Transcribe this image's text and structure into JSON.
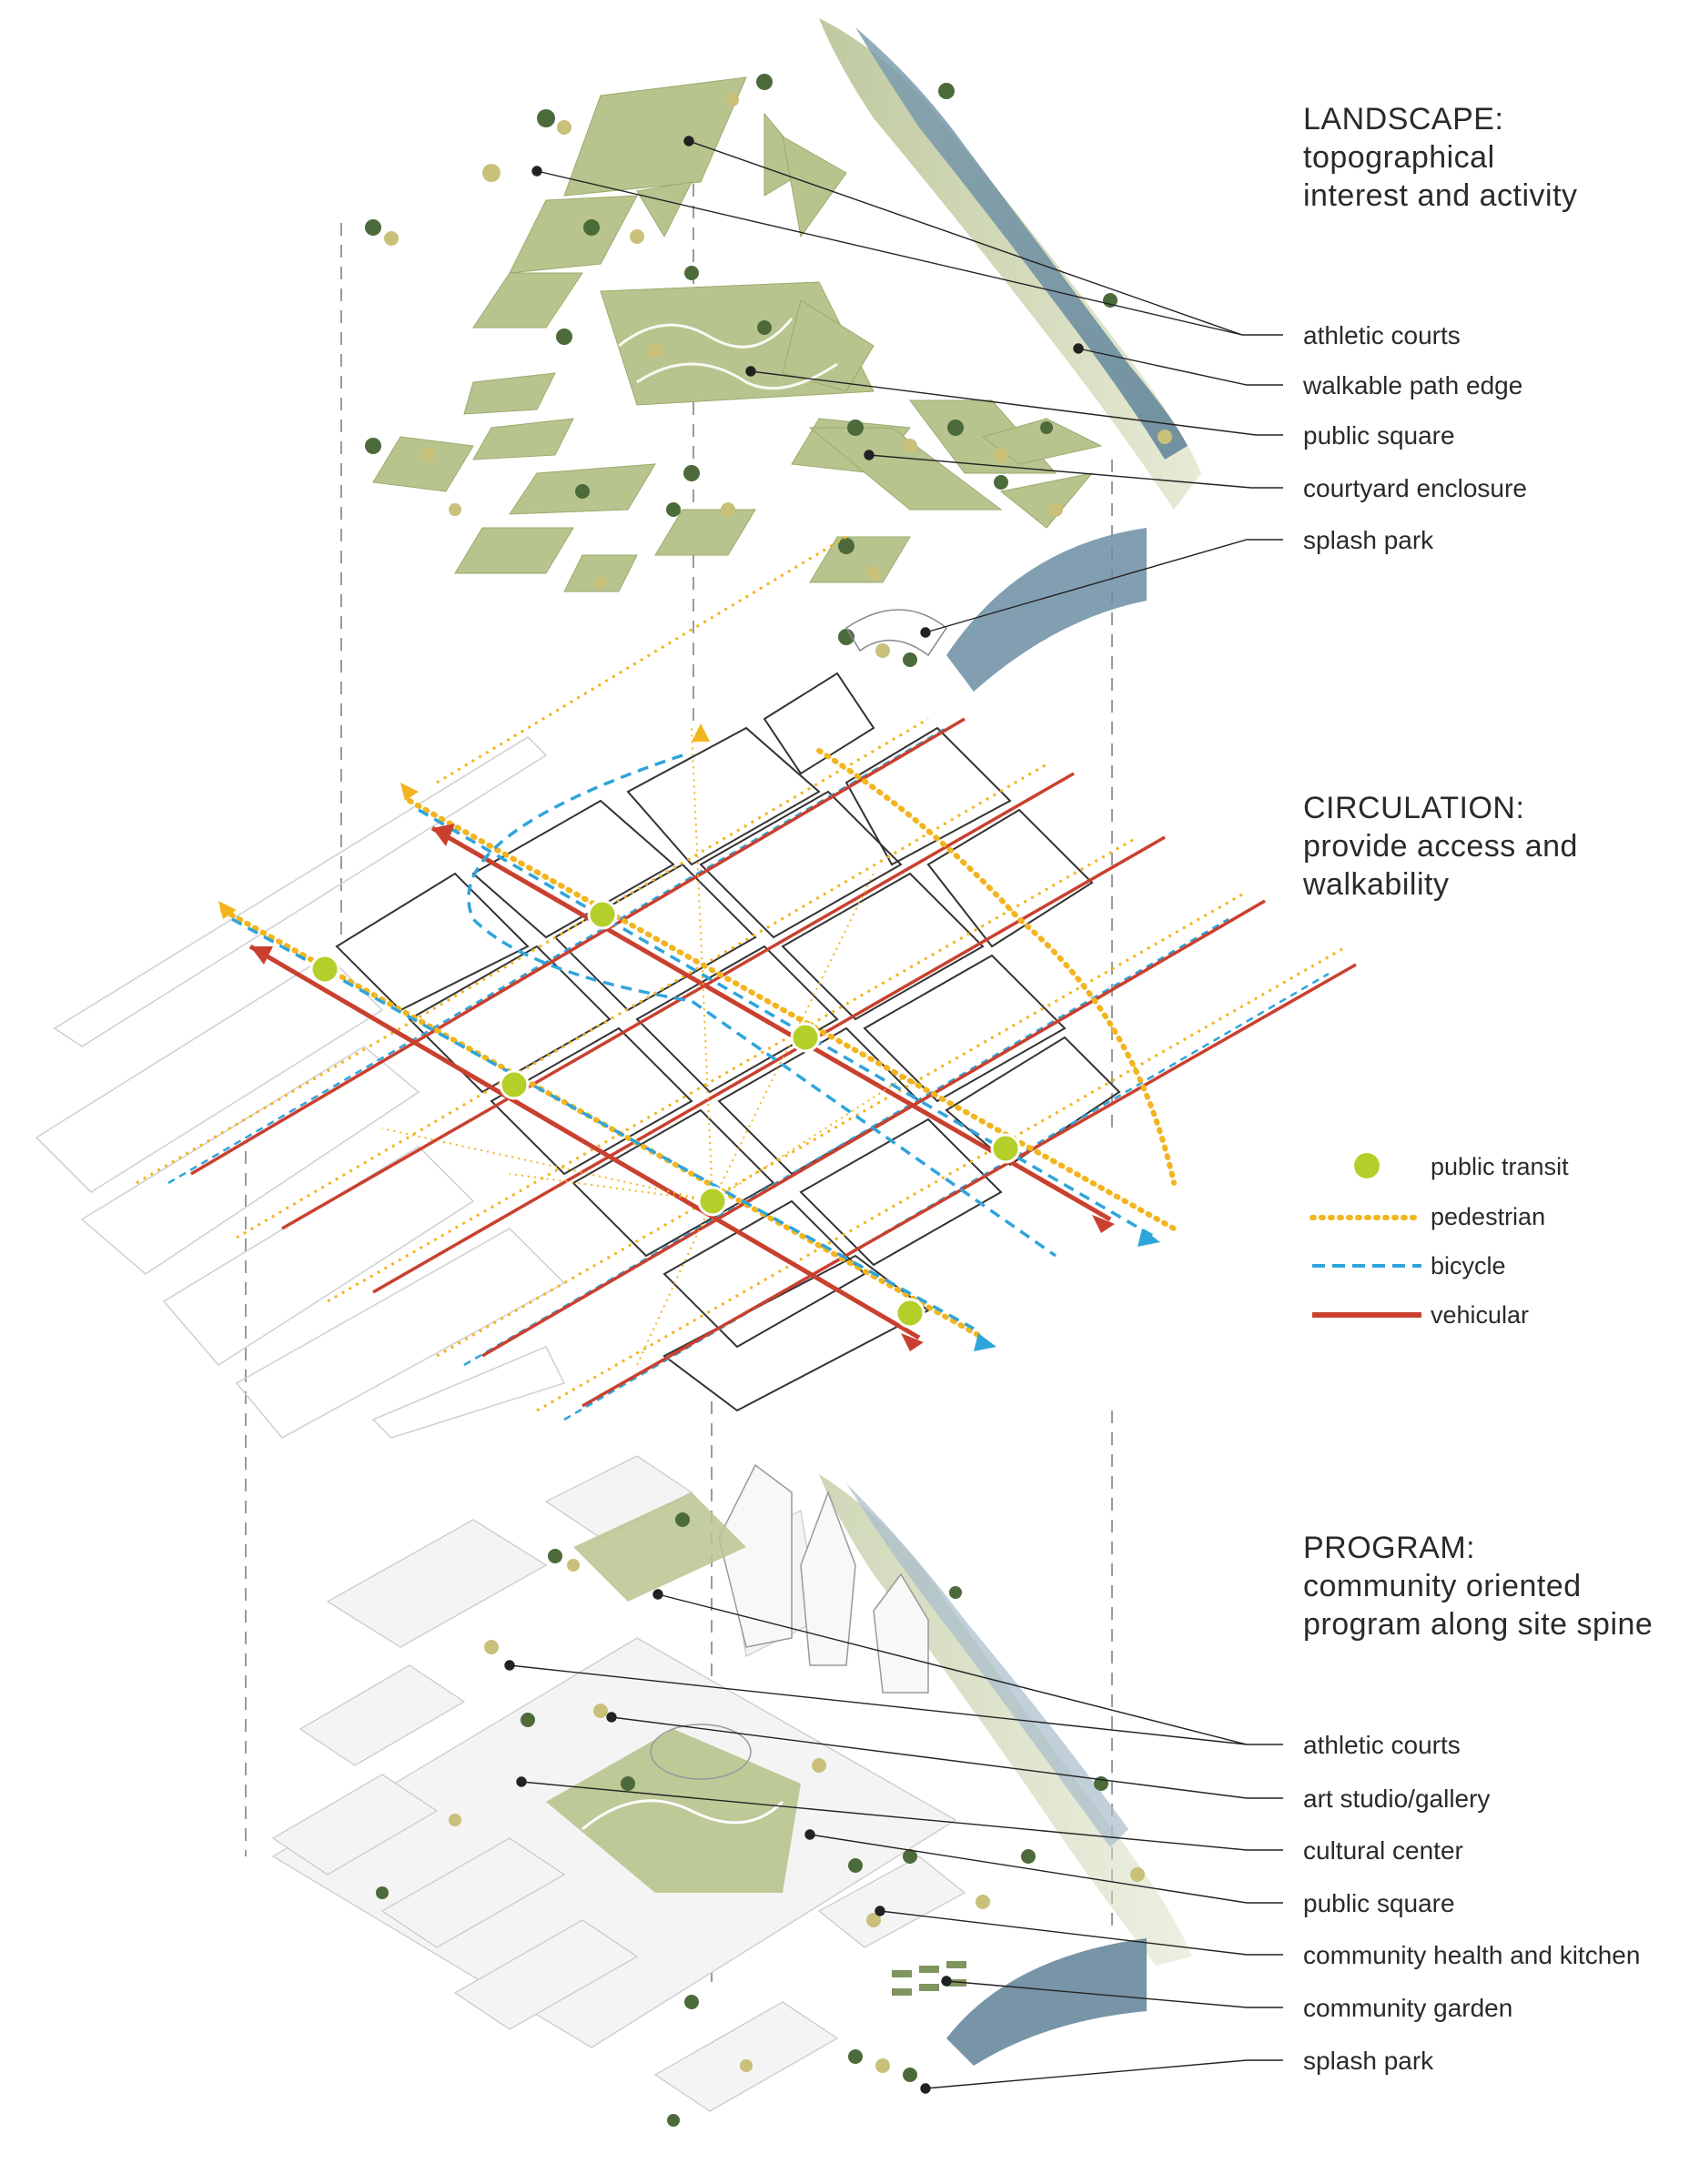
{
  "layers": {
    "landscape": {
      "heading": [
        "LANDSCAPE:",
        "topographical",
        "interest and activity"
      ],
      "labels": [
        "athletic courts",
        "walkable path edge",
        "public square",
        "courtyard enclosure",
        "splash park"
      ]
    },
    "circulation": {
      "heading": [
        "CIRCULATION:",
        "provide access and",
        "walkability"
      ]
    },
    "program": {
      "heading": [
        "PROGRAM:",
        "community oriented",
        "program along site spine"
      ],
      "labels": [
        "athletic courts",
        "art studio/gallery",
        "cultural center",
        "public square",
        "community health and kitchen",
        "community garden",
        "splash park"
      ]
    }
  },
  "legend": {
    "items": [
      {
        "label": "public transit",
        "symbol": "dot",
        "color": "#b5cf2a"
      },
      {
        "label": "pedestrian",
        "symbol": "dotted",
        "color": "#f2b51f"
      },
      {
        "label": "bicycle",
        "symbol": "dashed",
        "color": "#2fa4dc"
      },
      {
        "label": "vehicular",
        "symbol": "solid",
        "color": "#c9402f"
      }
    ]
  },
  "colors": {
    "landscape_green": "#b8c48e",
    "river_blue": "#6f93a6",
    "tree_dark": "#4d6b3a",
    "tree_light": "#c9c07a",
    "leader": "#222222"
  }
}
